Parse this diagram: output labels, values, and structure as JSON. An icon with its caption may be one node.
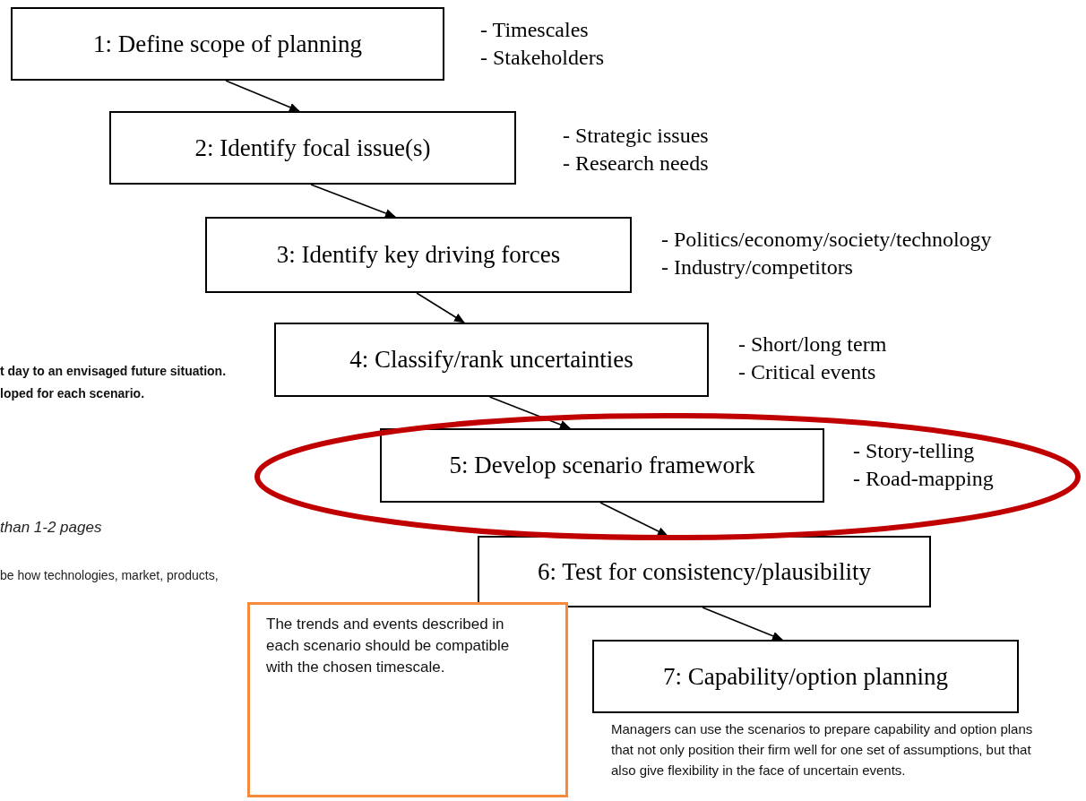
{
  "diagram": {
    "nodes": [
      {
        "text": [
          "1: Define scope of planning"
        ],
        "beside": [
          "- Timescales",
          "- Stakeholders"
        ]
      },
      {
        "text": [
          "2: Identify focal issue(s)"
        ],
        "beside": [
          "- Strategic issues",
          "- Research needs"
        ]
      },
      {
        "text": [
          "3: Identify key driving forces"
        ],
        "beside": [
          "- Politics/economy/society/technology",
          "- Industry/competitors"
        ]
      },
      {
        "text": [
          "4: Classify/rank uncertainties"
        ],
        "beside": [
          "- Short/long term",
          "- Critical events"
        ]
      },
      {
        "text": [
          "5: Develop scenario framework"
        ],
        "beside": [
          "- Story-telling",
          "- Road-mapping"
        ]
      },
      {
        "text": [
          "6: Test for consistency/plausibility"
        ]
      },
      {
        "text": [
          "7: Capability/option planning"
        ]
      },
      {
        "text": [
          "The trends and events described in each scenario should be compatible with the chosen timescale."
        ]
      }
    ],
    "edges": [
      {
        "from": 0,
        "to": 1,
        "arrow": "to"
      },
      {
        "from": 1,
        "to": 2,
        "arrow": "to"
      },
      {
        "from": 2,
        "to": 3,
        "arrow": "to"
      },
      {
        "from": 3,
        "to": 4,
        "arrow": "to"
      },
      {
        "from": 4,
        "to": 5,
        "arrow": "to"
      },
      {
        "from": 5,
        "to": 6,
        "arrow": "to"
      }
    ],
    "labels": [
      "t day to an envisaged future situation.",
      "loped for each scenario.",
      "than 1-2 pages",
      "be how technologies, market, products,",
      "Managers can use the scenarios to prepare capability and option plans that not only position their firm well for one set of assumptions, but that also give flexibility in the face of uncertain events."
    ]
  }
}
